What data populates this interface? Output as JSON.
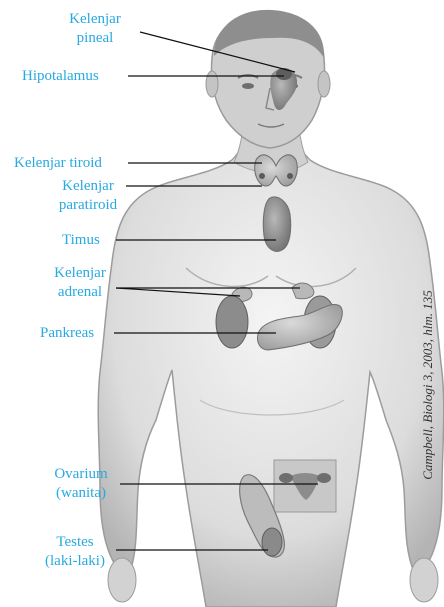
{
  "labels": {
    "pineal": {
      "line1": "Kelenjar",
      "line2": "pineal"
    },
    "hypothalamus": "Hipotalamus",
    "thyroid": "Kelenjar tiroid",
    "parathyroid": {
      "line1": "Kelenjar",
      "line2": "paratiroid"
    },
    "thymus": "Timus",
    "adrenal": {
      "line1": "Kelenjar",
      "line2": "adrenal"
    },
    "pancreas": "Pankreas",
    "ovary": {
      "line1": "Ovarium",
      "line2": "(wanita)"
    },
    "testes": {
      "line1": "Testes",
      "line2": "(laki-laki)"
    }
  },
  "credit": "Campbell, Biologi 3, 2003, hlm. 135",
  "colors": {
    "label_text": "#27a9e1",
    "leader_line": "#111111",
    "skin": "#dcdcdc",
    "organ": "#8a8a8a"
  }
}
